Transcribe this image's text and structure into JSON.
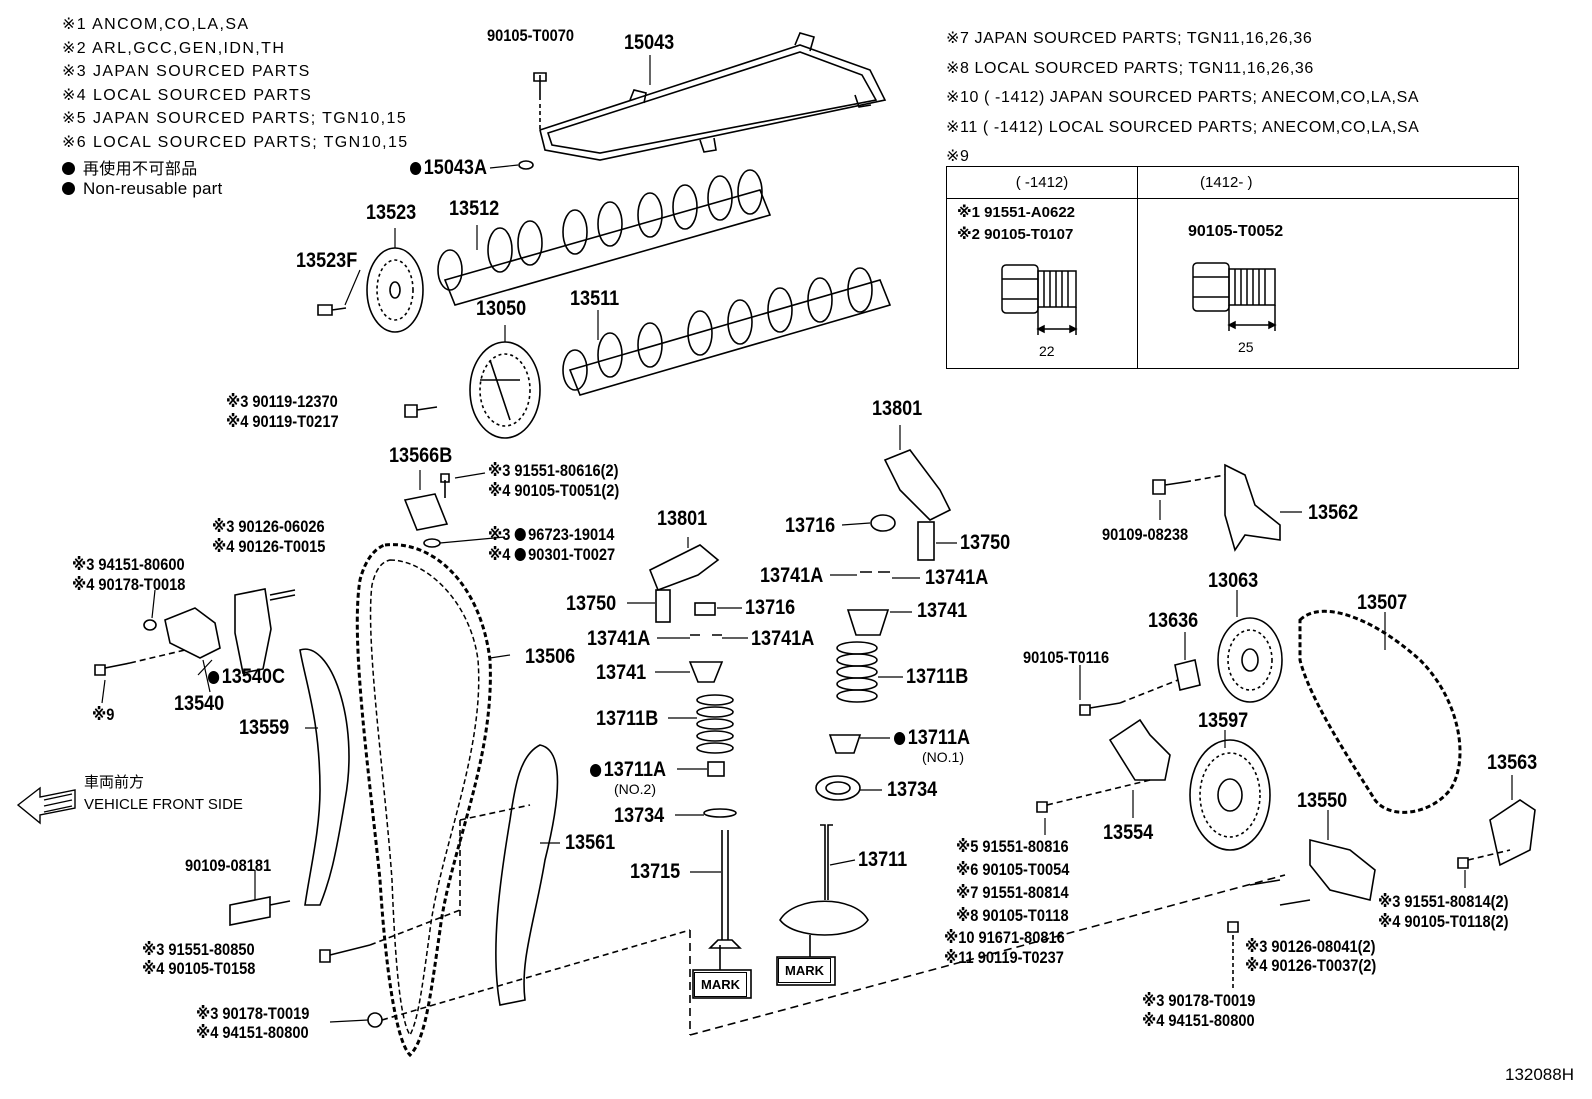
{
  "notes": [
    "※1 ANCOM,CO,LA,SA",
    "※2 ARL,GCC,GEN,IDN,TH",
    "※3 JAPAN SOURCED PARTS",
    "※4 LOCAL SOURCED PARTS",
    "※5 JAPAN SOURCED PARTS; TGN10,15",
    "※6 LOCAL SOURCED PARTS; TGN10,15",
    "再使用不可部品",
    "Non-reusable part"
  ],
  "notes_right": [
    "※7 JAPAN SOURCED PARTS; TGN11,16,26,36",
    "※8 LOCAL SOURCED PARTS; TGN11,16,26,36",
    "※10 (      -1412) JAPAN SOURCED PARTS; ANECOM,CO,LA,SA",
    "※11 (      -1412) LOCAL SOURCED PARTS; ANECOM,CO,LA,SA",
    "※9"
  ],
  "bolt_table": {
    "col_a_header": "(      -1412)",
    "col_b_header": "(1412-      )",
    "col_a_parts": [
      "※1 91551-A0622",
      "※2 90105-T0107"
    ],
    "col_b_part": "90105-T0052",
    "col_a_dim": "22",
    "col_b_dim": "25"
  },
  "front_side": {
    "jp": "車両前方",
    "en": "VEHICLE FRONT SIDE"
  },
  "mark_label": "MARK",
  "figure_number": "132088H",
  "labels": {
    "p90105T0070": "90105-T0070",
    "p15043": "15043",
    "p15043A": "15043A",
    "p13523": "13523",
    "p13512": "13512",
    "p13523F": "13523F",
    "p13050": "13050",
    "p13511": "13511",
    "p90119a": "※3 90119-12370",
    "p90119b": "※4 90119-T0217",
    "p13566B": "13566B",
    "p91551_80616": "※3 91551-80616(2)",
    "p90105_T0051": "※4 90105-T0051(2)",
    "p96723": "※3",
    "p96723n": "96723-19014",
    "p90301": "※4",
    "p90301n": "90301-T0027",
    "p13801a": "13801",
    "p13801b": "13801",
    "p90126_06026": "※3 90126-06026",
    "p90126_T0015": "※4 90126-T0015",
    "p94151_80600": "※3 94151-80600",
    "p90178_T0018": "※4 90178-T0018",
    "p13540C": "13540C",
    "p13540": "13540",
    "p9ref": "※9",
    "p13559": "13559",
    "p13506": "13506",
    "p13750a": "13750",
    "p13716a": "13716",
    "p13741Aa": "13741A",
    "p13741Ab": "13741A",
    "p13741a": "13741",
    "p13711Ba": "13711B",
    "p13711Aa": "13711A",
    "pno2": "(NO.2)",
    "p13734a": "13734",
    "p13715": "13715",
    "p13561": "13561",
    "p13716b": "13716",
    "p13750b": "13750",
    "p13741Ac": "13741A",
    "p13741Ad": "13741A",
    "p13741b": "13741",
    "p13711Bb": "13711B",
    "p13711Ab": "13711A",
    "pno1": "(NO.1)",
    "p13734b": "13734",
    "p13711": "13711",
    "p90109_08181": "90109-08181",
    "p91551_80850": "※3 91551-80850",
    "p90105_T0158": "※4 90105-T0158",
    "p90178_T0019a": "※3 90178-T0019",
    "p94151_80800a": "※4 94151-80800",
    "p90109_08238": "90109-08238",
    "p13562": "13562",
    "p13063": "13063",
    "p13636": "13636",
    "p90105_T0116": "90105-T0116",
    "p13507": "13507",
    "p13597": "13597",
    "p13554": "13554",
    "p13550": "13550",
    "p13563": "13563",
    "p5": "※5 91551-80816",
    "p6": "※6 90105-T0054",
    "p7": "※7 91551-80814",
    "p8": "※8 90105-T0118",
    "p10": "※10 91671-80816",
    "p11": "※11 90119-T0237",
    "p91551_80814": "※3 91551-80814(2)",
    "p90105_T0118": "※4 90105-T0118(2)",
    "p90126_08041": "※3 90126-08041(2)",
    "p90126_T0037": "※4 90126-T0037(2)",
    "p90178_T0019b": "※3 90178-T0019",
    "p94151_80800b": "※4 94151-80800"
  }
}
